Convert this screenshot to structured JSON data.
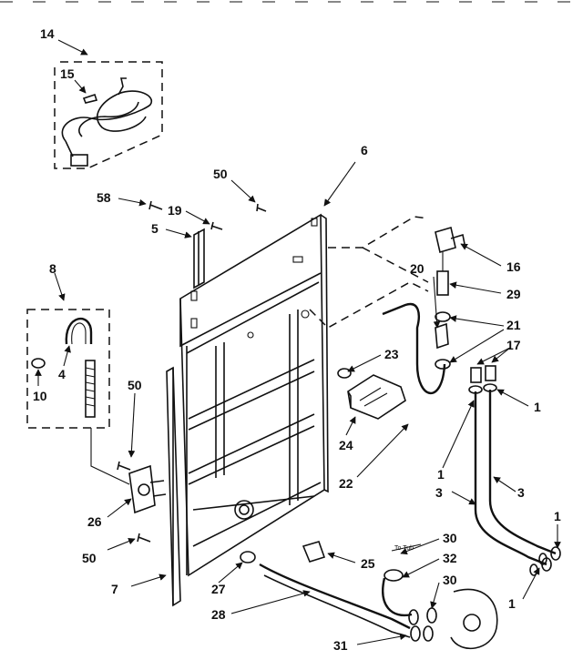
{
  "callouts": [
    "14",
    "15",
    "6",
    "50",
    "58",
    "19",
    "5",
    "16",
    "8",
    "20",
    "29",
    "21",
    "17",
    "23",
    "4",
    "10",
    "1",
    "50",
    "24",
    "22",
    "1",
    "3",
    "3",
    "26",
    "1",
    "50",
    "25",
    "30",
    "32",
    "7",
    "27",
    "30",
    "28",
    "1",
    "31"
  ],
  "hose_text": "To Tub"
}
